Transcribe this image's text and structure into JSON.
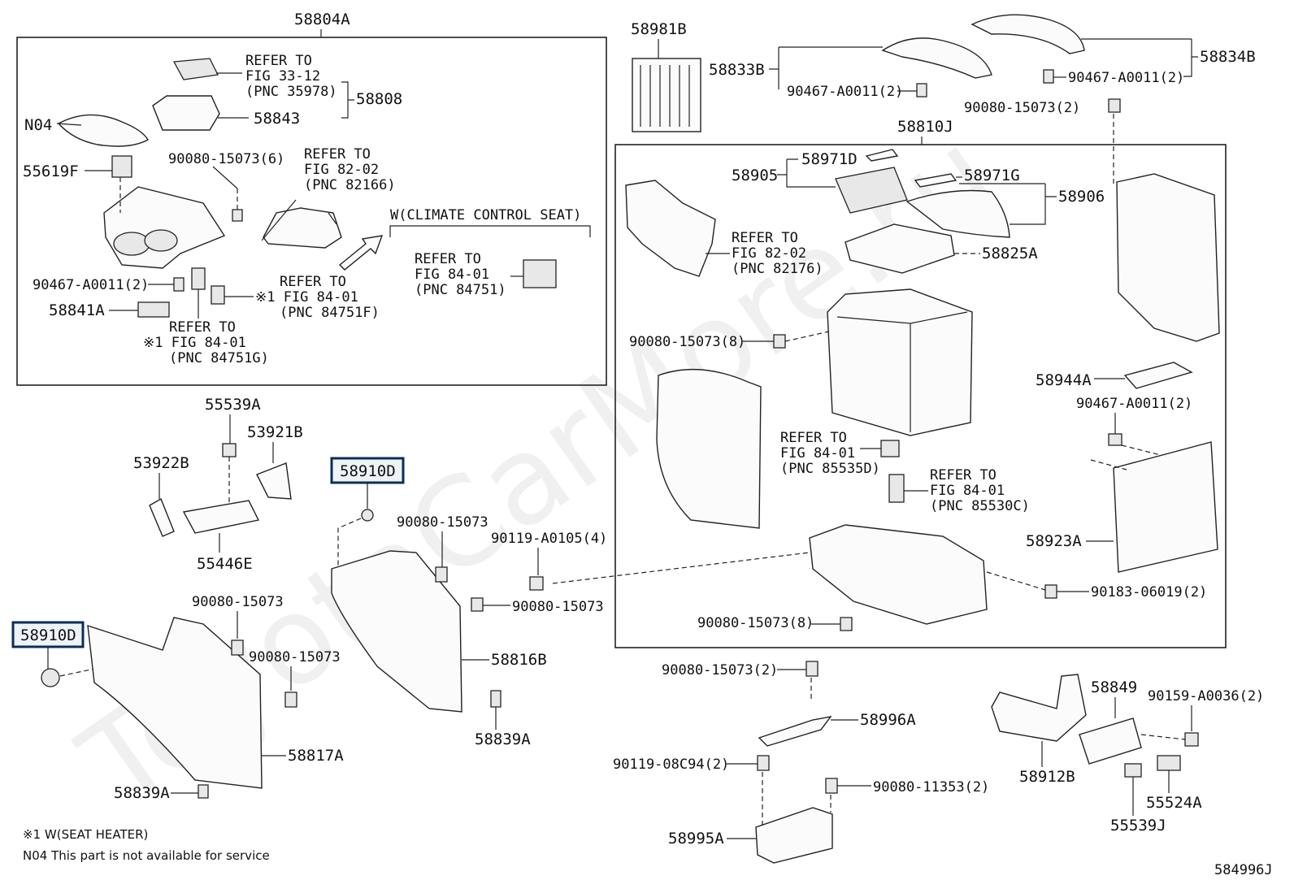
{
  "diagram_id": "584996J",
  "watermark": "ToyotaCarMore.ru",
  "groups": {
    "top_left": "58804A",
    "right": "58810J",
    "climate": "W(CLIMATE CONTROL SEAT)"
  },
  "highlight_label": "58910D",
  "labels": {
    "p58808": "58808",
    "p58843": "58843",
    "pN04": "N04",
    "p55619F": "55619F",
    "p90080_6": "90080-15073(6)",
    "p90467_a": "90467-A0011(2)",
    "p58841A": "58841A",
    "p58981B": "58981B",
    "p58833B": "58833B",
    "p90467_b": "90467-A0011(2)",
    "p58834B": "58834B",
    "p90467_c": "90467-A0011(2)",
    "p90080_2a": "90080-15073(2)",
    "p58905": "58905",
    "p58971D": "58971D",
    "p58971G": "58971G",
    "p58906": "58906",
    "p58825A": "58825A",
    "p90080_8a": "90080-15073(8)",
    "p58944A": "58944A",
    "p90467_d": "90467-A0011(2)",
    "p58923A": "58923A",
    "p90183": "90183-06019(2)",
    "p90080_8b": "90080-15073(8)",
    "p55539A": "55539A",
    "p53921B": "53921B",
    "p53922B": "53922B",
    "p55446E": "55446E",
    "p90080_r1": "90080-15073",
    "p90119_a": "90119-A0105(4)",
    "p90080_r2": "90080-15073",
    "p90080_r3": "90080-15073",
    "p90080_r4": "90080-15073",
    "p58816B": "58816B",
    "p58839A_a": "58839A",
    "p58817A": "58817A",
    "p58839A_b": "58839A",
    "p90080_2b": "90080-15073(2)",
    "p58996A": "58996A",
    "p90119_08": "90119-08C94(2)",
    "p90080_11353": "90080-11353(2)",
    "p58995A": "58995A",
    "p58849": "58849",
    "p90159": "90159-A0036(2)",
    "p58912B": "58912B",
    "p55524A": "55524A",
    "p55539J": "55539J"
  },
  "refs": {
    "r1": [
      "REFER TO",
      "FIG 33-12",
      "(PNC 35978)"
    ],
    "r2": [
      "REFER TO",
      "FIG 82-02",
      "(PNC 82166)"
    ],
    "r3": [
      "REFER TO",
      "※1 FIG 84-01",
      "(PNC 84751F)"
    ],
    "r4": [
      "REFER TO",
      "FIG 84-01",
      "(PNC 84751)"
    ],
    "r5": [
      "REFER TO",
      "※1 FIG 84-01",
      "(PNC 84751G)"
    ],
    "r6": [
      "REFER TO",
      "FIG 82-02",
      "(PNC 82176)"
    ],
    "r7": [
      "REFER TO",
      "FIG 84-01",
      "(PNC 85535D)"
    ],
    "r8": [
      "REFER TO",
      "FIG 84-01",
      "(PNC 85530C)"
    ]
  },
  "notes": {
    "n1": "※1 W(SEAT HEATER)",
    "n2": "N04  This part is not available for service"
  }
}
